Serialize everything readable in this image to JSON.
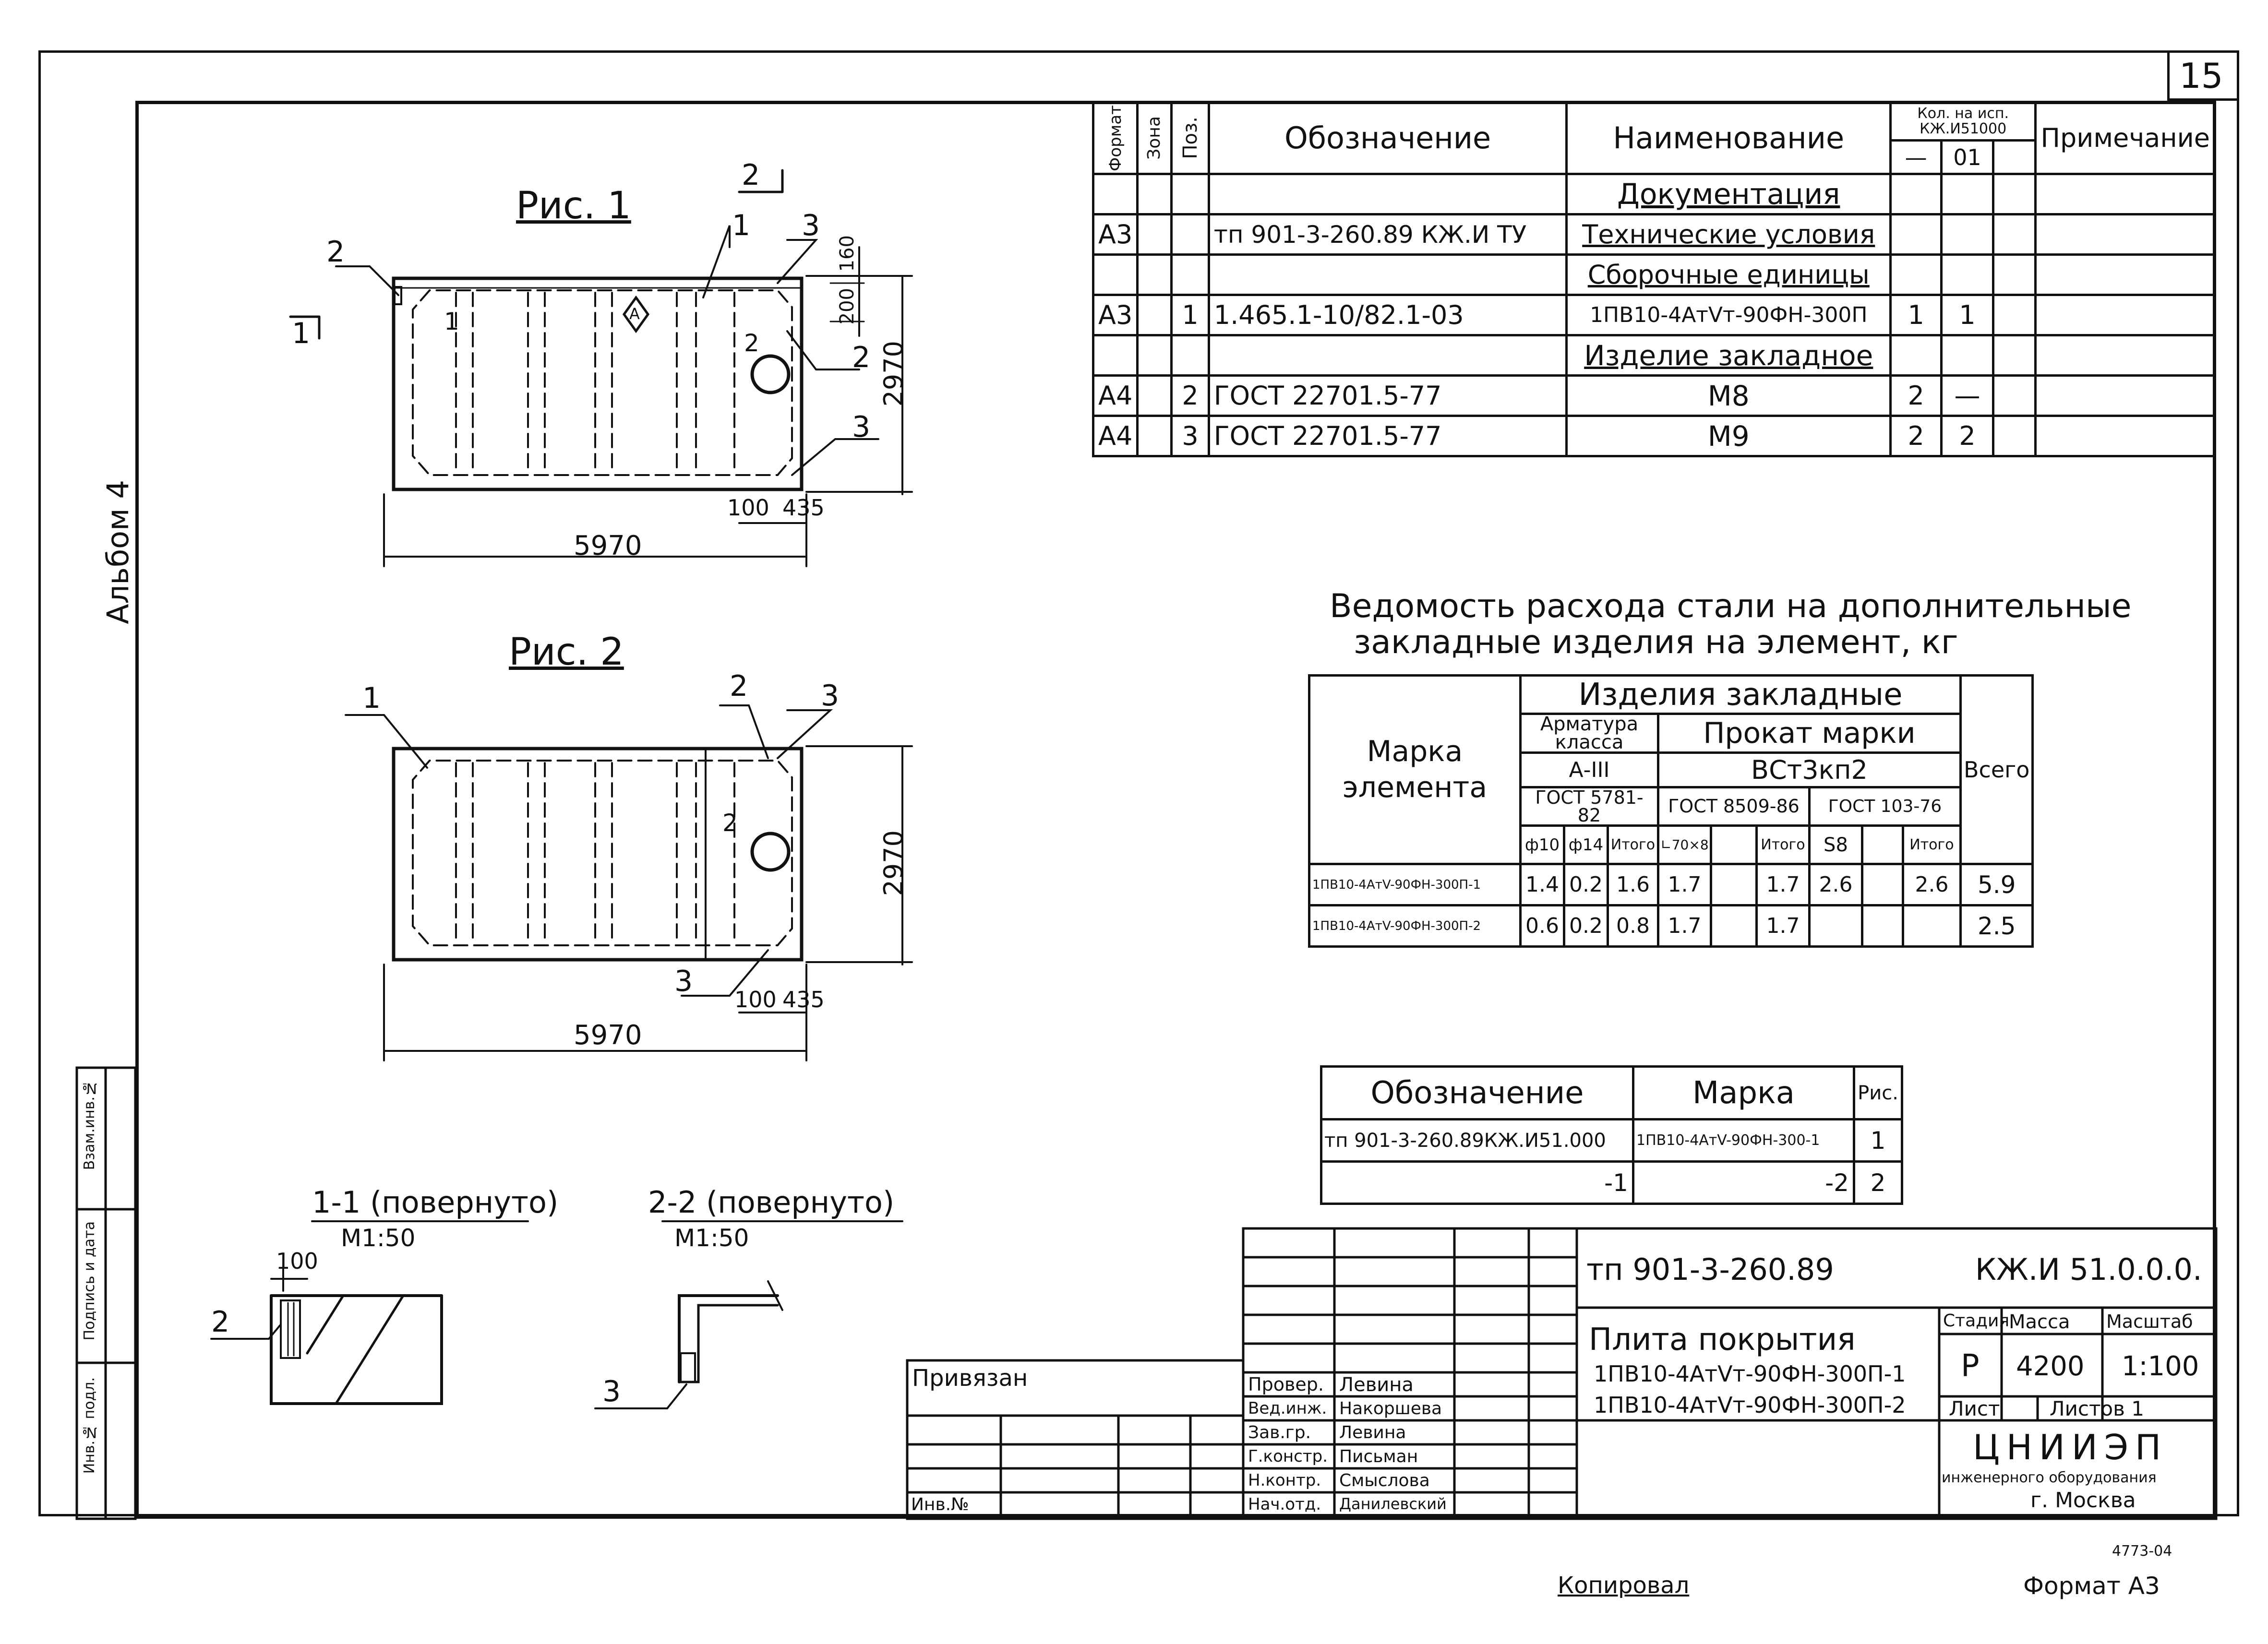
{
  "sheet_number": "15",
  "album_label": "Альбом 4",
  "fig1": {
    "title": "Рис. 1",
    "dim_length": "5970",
    "dim_width": "2970",
    "dim_a": "100",
    "dim_b": "435",
    "dim_c": "160",
    "dim_d": "200",
    "callouts": [
      "1",
      "2",
      "3"
    ],
    "section_marks": [
      "1",
      "2"
    ],
    "marker": "А"
  },
  "fig2": {
    "title": "Рис. 2",
    "dim_length": "5970",
    "dim_width": "2970",
    "dim_a": "100",
    "dim_b": "435",
    "callouts": [
      "1",
      "2",
      "3"
    ]
  },
  "spec_table": {
    "headers": {
      "format": "Формат",
      "zone": "Зона",
      "pos": "Поз.",
      "designation": "Обозначение",
      "name": "Наименование",
      "qty": "Кол. на исп. КЖ.И51000",
      "qty_dash": "—",
      "qty_01": "01",
      "note": "Примечание"
    },
    "rows": [
      {
        "format": "",
        "pos": "",
        "designation": "",
        "name": "Документация",
        "q1": "",
        "q2": ""
      },
      {
        "format": "А3",
        "pos": "",
        "designation": "тп 901-3-260.89 КЖ.И ТУ",
        "name": "Технические условия",
        "q1": "",
        "q2": ""
      },
      {
        "format": "",
        "pos": "",
        "designation": "",
        "name": "Сборочные единицы",
        "q1": "",
        "q2": ""
      },
      {
        "format": "А3",
        "pos": "1",
        "designation": "1.465.1-10/82.1-03",
        "name": "1ПВ10-4АтVт-90ФН-300П",
        "q1": "1",
        "q2": "1"
      },
      {
        "format": "",
        "pos": "",
        "designation": "",
        "name": "Изделие закладное",
        "q1": "",
        "q2": ""
      },
      {
        "format": "А4",
        "pos": "2",
        "designation": "ГОСТ 22701.5-77",
        "name": "М8",
        "q1": "2",
        "q2": "—"
      },
      {
        "format": "А4",
        "pos": "3",
        "designation": "ГОСТ 22701.5-77",
        "name": "М9",
        "q1": "2",
        "q2": "2"
      }
    ]
  },
  "steel": {
    "title_line1": "Ведомость расхода стали на дополнительные",
    "title_line2": "закладные изделия на элемент, кг",
    "h_mark": "Марка элемента",
    "h_items": "Изделия закладные",
    "h_rebar": "Арматура класса",
    "h_rolled": "Прокат марки",
    "h_total": "Всего",
    "h_a3": "А-III",
    "h_vst": "ВСт3кп2",
    "h_gost1": "ГОСТ 5781-82",
    "h_gost2": "ГОСТ 8509-86",
    "h_gost3": "ГОСТ 103-76",
    "h_sub": [
      "ф10",
      "ф14",
      "Итого",
      "∟70×8",
      "",
      "Итого",
      "S8",
      "",
      "Итого"
    ],
    "rows": [
      {
        "mark": "1ПВ10-4АтV-90ФН-300П-1",
        "v": [
          "1.4",
          "0.2",
          "1.6",
          "1.7",
          "",
          "1.7",
          "2.6",
          "",
          "2.6"
        ],
        "total": "5.9"
      },
      {
        "mark": "1ПВ10-4АтV-90ФН-300П-2",
        "v": [
          "0.6",
          "0.2",
          "0.8",
          "1.7",
          "",
          "1.7",
          "",
          "",
          ""
        ],
        "total": "2.5"
      }
    ]
  },
  "marks_table": {
    "h_designation": "Обозначение",
    "h_mark": "Марка",
    "h_fig": "Рис.",
    "rows": [
      {
        "designation": "тп 901-3-260.89КЖ.И51.000",
        "mark": "1ПВ10-4АтV-90ФН-300-1",
        "fig": "1"
      },
      {
        "designation": "-1",
        "mark": "-2",
        "fig": "2"
      }
    ]
  },
  "sections": {
    "s1_title": "1-1 (повернуто)",
    "s1_scale": "М1:50",
    "s1_dim": "100",
    "s1_callout": "2",
    "s2_title": "2-2 (повернуто)",
    "s2_scale": "М1:50",
    "s2_callout": "3"
  },
  "title_block": {
    "project_code": "тп 901-3-260.89",
    "sheet_code": "КЖ.И 51.0.0.0.",
    "name_line1": "Плита покрытия",
    "name_line2": "1ПВ10-4АтVт-90ФН-300П-1",
    "name_line3": "1ПВ10-4АтVт-90ФН-300П-2",
    "h_stage": "Стадия",
    "h_mass": "Масса",
    "h_scale": "Масштаб",
    "stage": "Р",
    "mass": "4200",
    "scale": "1:100",
    "h_sheet": "Лист",
    "h_sheets": "Листов 1",
    "org_line1": "ЦНИИЭП",
    "org_line2": "инженерного оборудования",
    "org_line3": "г. Москва",
    "bound": "Привязан",
    "inv": "Инв.№",
    "roles": [
      {
        "role": "Провер.",
        "name": "Левина"
      },
      {
        "role": "Вед.инж.",
        "name": "Накоршева"
      },
      {
        "role": "Зав.гр.",
        "name": "Левина"
      },
      {
        "role": "Г.констр.",
        "name": "Письман"
      },
      {
        "role": "Н.контр.",
        "name": "Смыслова"
      },
      {
        "role": "Нач.отд.",
        "name": "Данилевский"
      }
    ]
  },
  "side_stamp": {
    "c1": "Инв.№ подл.",
    "c2": "Подпись и дата",
    "c3": "Взам.инв.№"
  },
  "footer": {
    "copied": "Копировал",
    "format": "Формат А3",
    "code": "4773-04"
  }
}
